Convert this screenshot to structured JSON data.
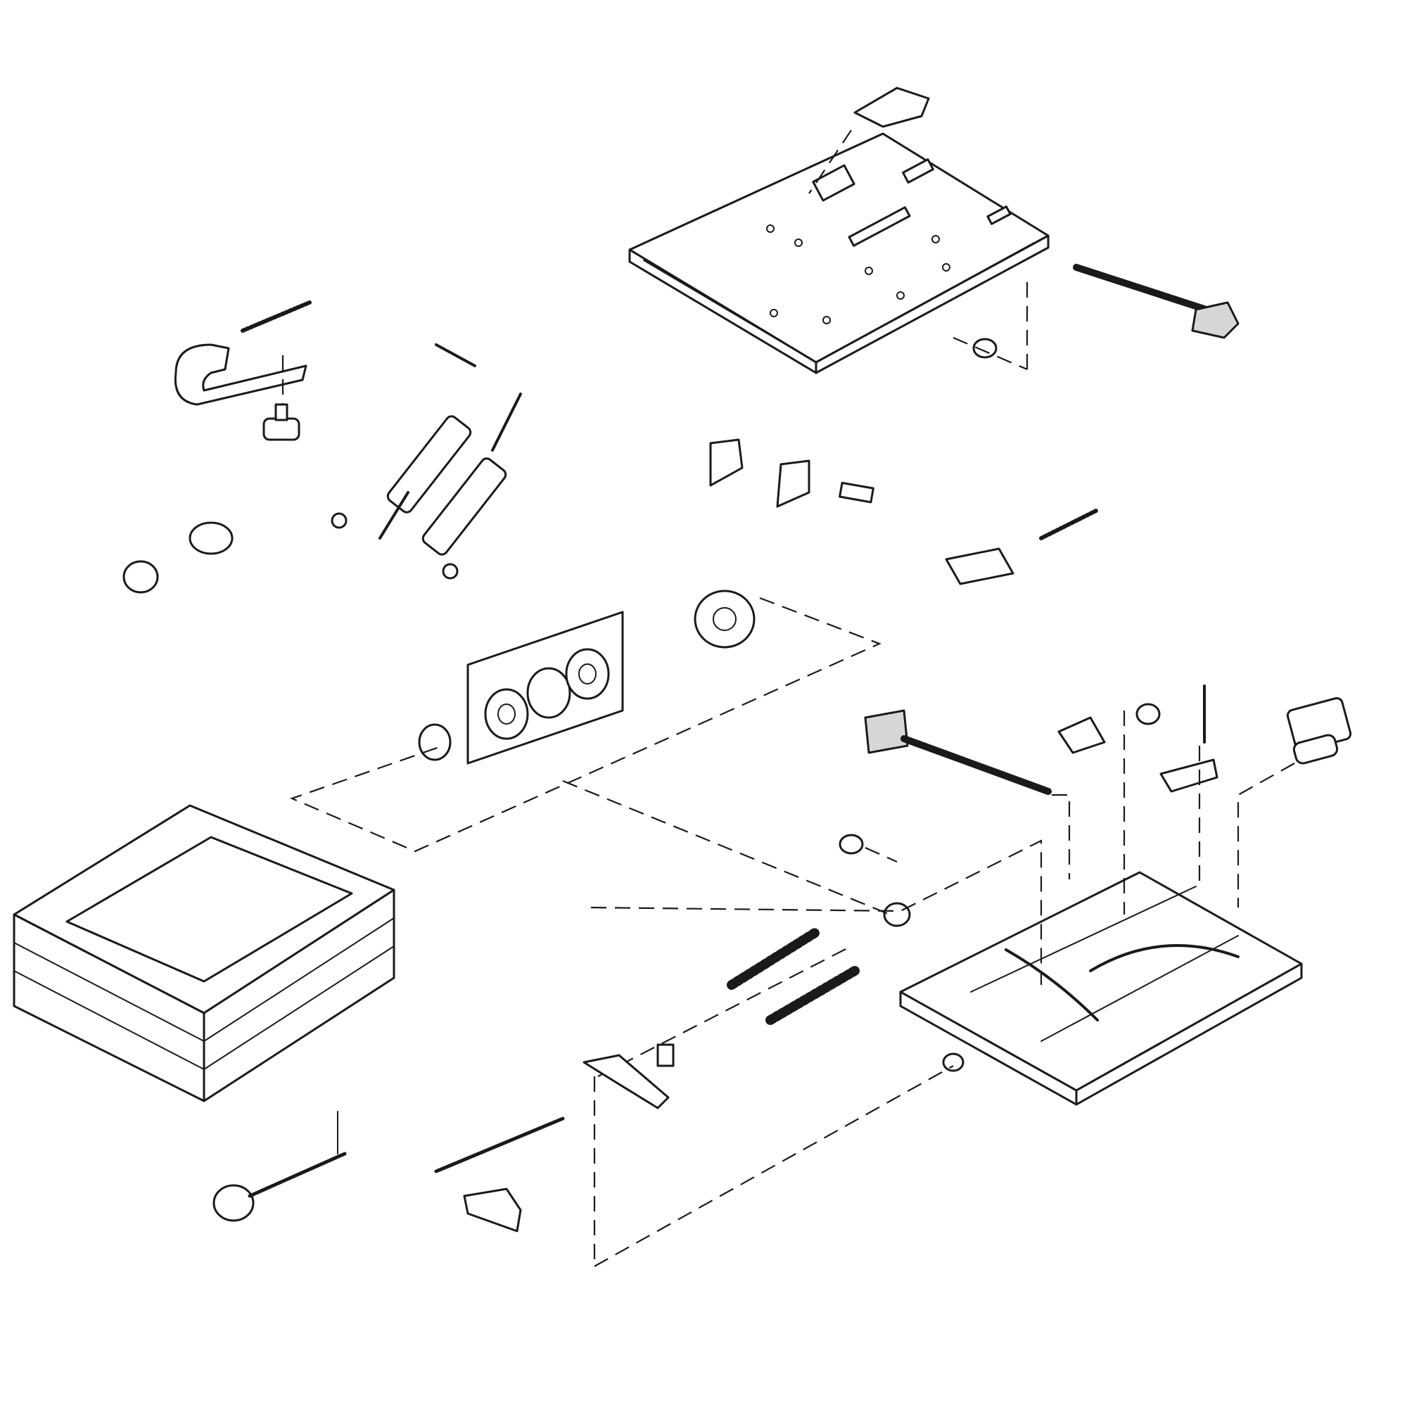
{
  "diagram": {
    "colors": {
      "line": "#1a1a1a",
      "fill": "#ffffff",
      "shade": "#d6d6d6",
      "dark": "#3a3a3a"
    },
    "parts": [
      "upper-slide-rail-plate",
      "slide-handle-bar",
      "lower-suspension-base",
      "seat-cushion-frame",
      "gas-spring-pair",
      "hook-bracket",
      "bearing-washer-set",
      "return-spring-pair",
      "adjust-lever",
      "adjust-knob"
    ]
  }
}
